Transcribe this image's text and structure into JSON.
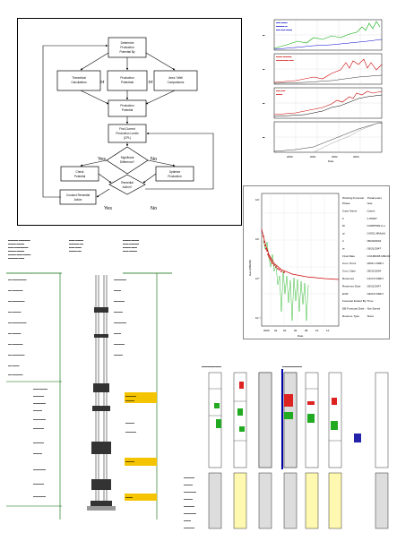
{
  "flowchart": {
    "start": [
      "Determine",
      "Production",
      "Potential By"
    ],
    "left": [
      "Theoretical",
      "Calculations"
    ],
    "middle": [
      "Production",
      "Potentials"
    ],
    "right": [
      "Area / Well",
      "Comparisons"
    ],
    "or1": "or",
    "or2": "or",
    "potential": [
      "Production",
      "Potential"
    ],
    "compare": [
      "Find Current",
      "Production Levels",
      "(CPL)"
    ],
    "diamond": [
      "Significant",
      "Difference?"
    ],
    "yes1": "Yes",
    "no1": "No",
    "check": [
      "Check",
      "Potential"
    ],
    "optimize": [
      "Optimize",
      "Production"
    ],
    "remedial": [
      "Remedial",
      "Action?"
    ],
    "conduct": [
      "Conduct Remedial",
      "Action"
    ],
    "yes2": "Yes",
    "no2": "No"
  },
  "decline_legend": {
    "header": [
      "Working Forecast",
      "Parameters"
    ],
    "rows": [
      [
        "Phase",
        ": Gas"
      ],
      [
        "Case Name",
        ": Case1"
      ],
      [
        "b",
        ": 1.05267"
      ],
      [
        "Di",
        ": 0.0887582 A.e."
      ],
      [
        "qi",
        ": 0.0911 MMcf/d"
      ],
      [
        "ti",
        ": 09/30/2004"
      ],
      [
        "te",
        ": 03/31/2047"
      ],
      [
        "Final Rate",
        ": 0.0186008 MMcf/d"
      ],
      [
        "Cum. Prod.",
        ": 2006.1 MMcf"
      ],
      [
        "Cum. Date",
        ": 05/31/2004"
      ],
      [
        "Reserves",
        ": 1314.5 MMcf"
      ],
      [
        "Reserves Date",
        ": 03/31/2047"
      ],
      [
        "EUR",
        ": 3320.6 MMcf"
      ],
      [
        "Forecast Ended By",
        ": Time"
      ],
      [
        "DB Forecast Date",
        ": Not Saved"
      ],
      [
        "Reserve Type",
        ": None"
      ]
    ]
  },
  "decline_ylabel": "Gas (MMcf/d)",
  "decline_xlabel": "Date",
  "prod_xlabel": "Date",
  "colors": {
    "flow_stroke": "#000000",
    "oil": "#cc0000",
    "gas": "#00aa00",
    "water": "#0000cc",
    "yellow": "#f5c400",
    "pale_yellow": "#fff8b0",
    "log_red": "#dd2222",
    "log_green": "#22aa22"
  }
}
